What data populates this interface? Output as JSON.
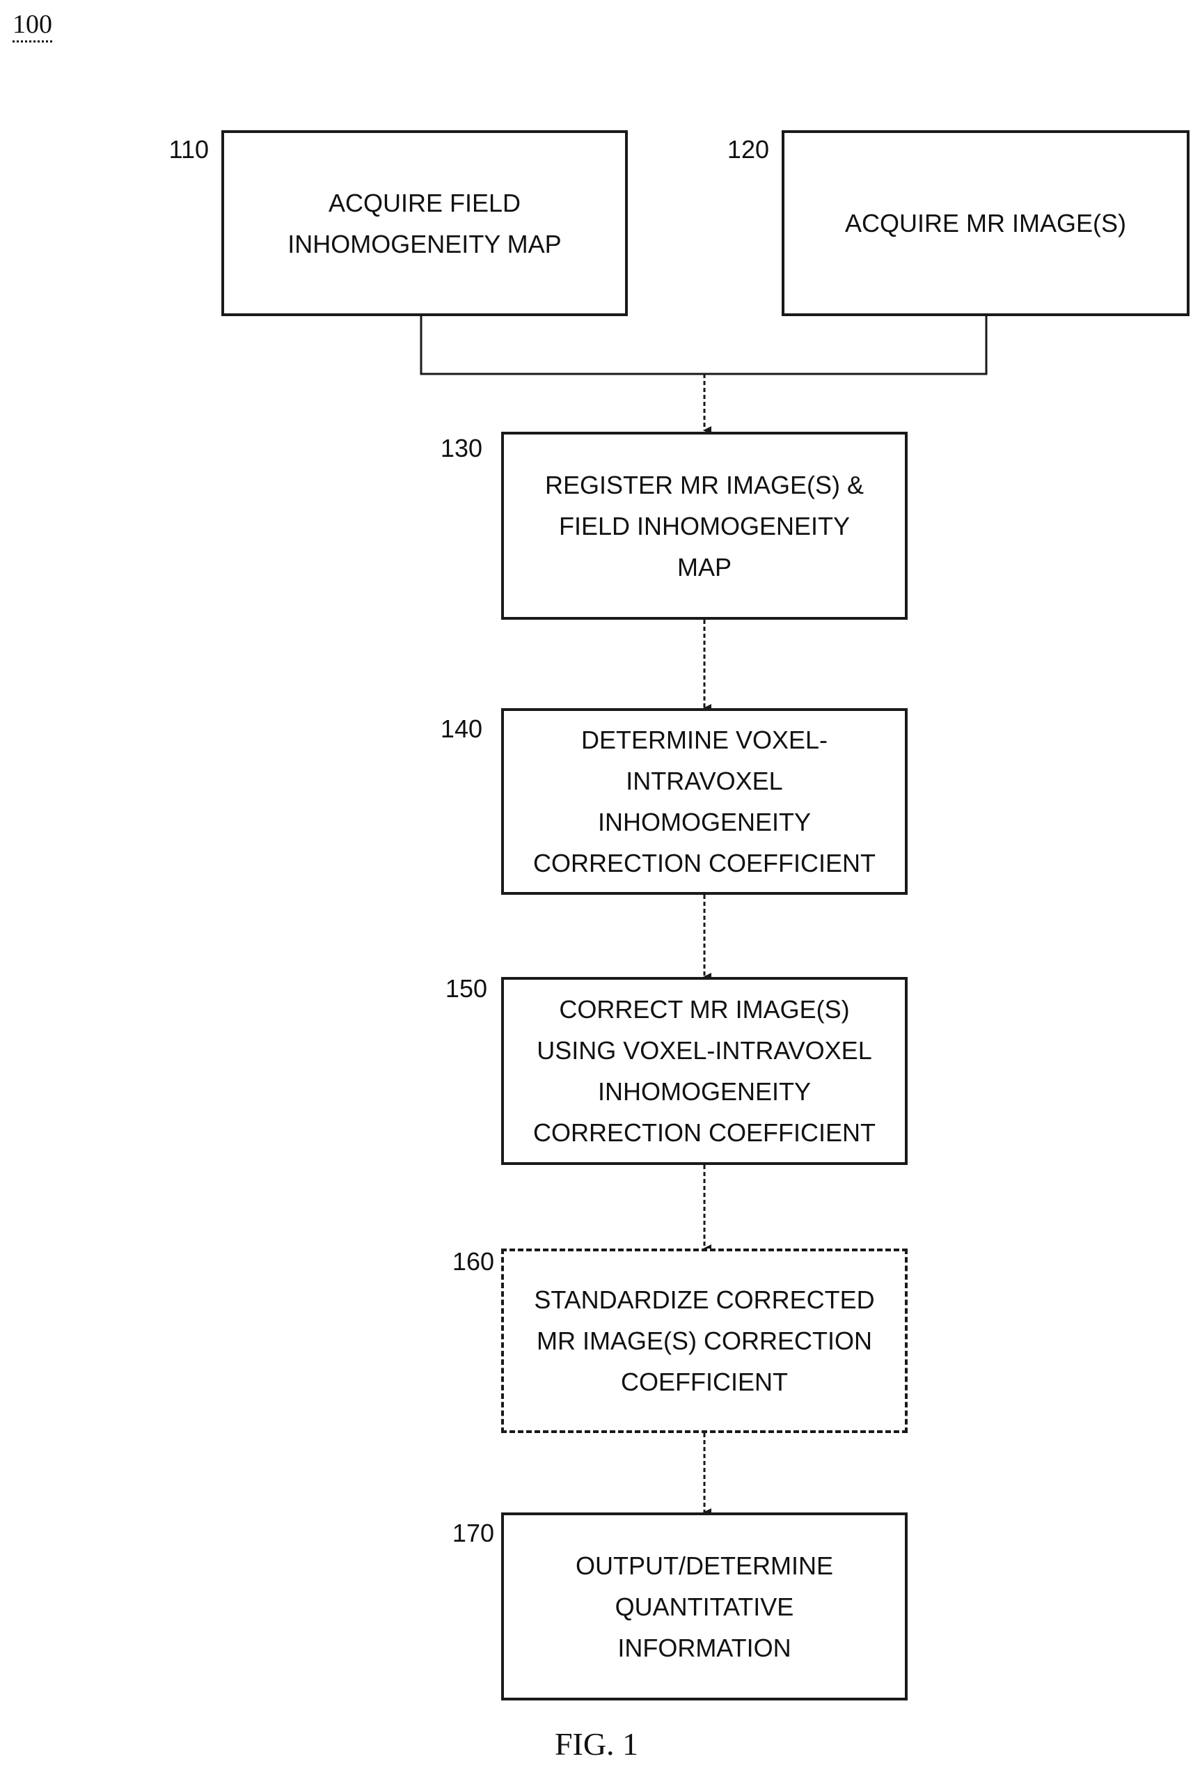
{
  "figure_number": "100",
  "caption": "FIG. 1",
  "steps": [
    {
      "id": "110",
      "text": "ACQUIRE FIELD\nINHOMOGENEITY MAP",
      "optional": false
    },
    {
      "id": "120",
      "text": "ACQUIRE MR IMAGE(S)",
      "optional": false
    },
    {
      "id": "130",
      "text": "REGISTER MR IMAGE(S) &\nFIELD INHOMOGENEITY\nMAP",
      "optional": false
    },
    {
      "id": "140",
      "text": "DETERMINE VOXEL-\nINTRAVOXEL\nINHOMOGENEITY\nCORRECTION COEFFICIENT",
      "optional": false
    },
    {
      "id": "150",
      "text": "CORRECT MR IMAGE(S)\nUSING VOXEL-INTRAVOXEL\nINHOMOGENEITY\nCORRECTION COEFFICIENT",
      "optional": false
    },
    {
      "id": "160",
      "text": "STANDARDIZE CORRECTED\nMR IMAGE(S) CORRECTION\nCOEFFICIENT",
      "optional": true
    },
    {
      "id": "170",
      "text": "OUTPUT/DETERMINE\nQUANTITATIVE\nINFORMATION",
      "optional": false
    }
  ]
}
